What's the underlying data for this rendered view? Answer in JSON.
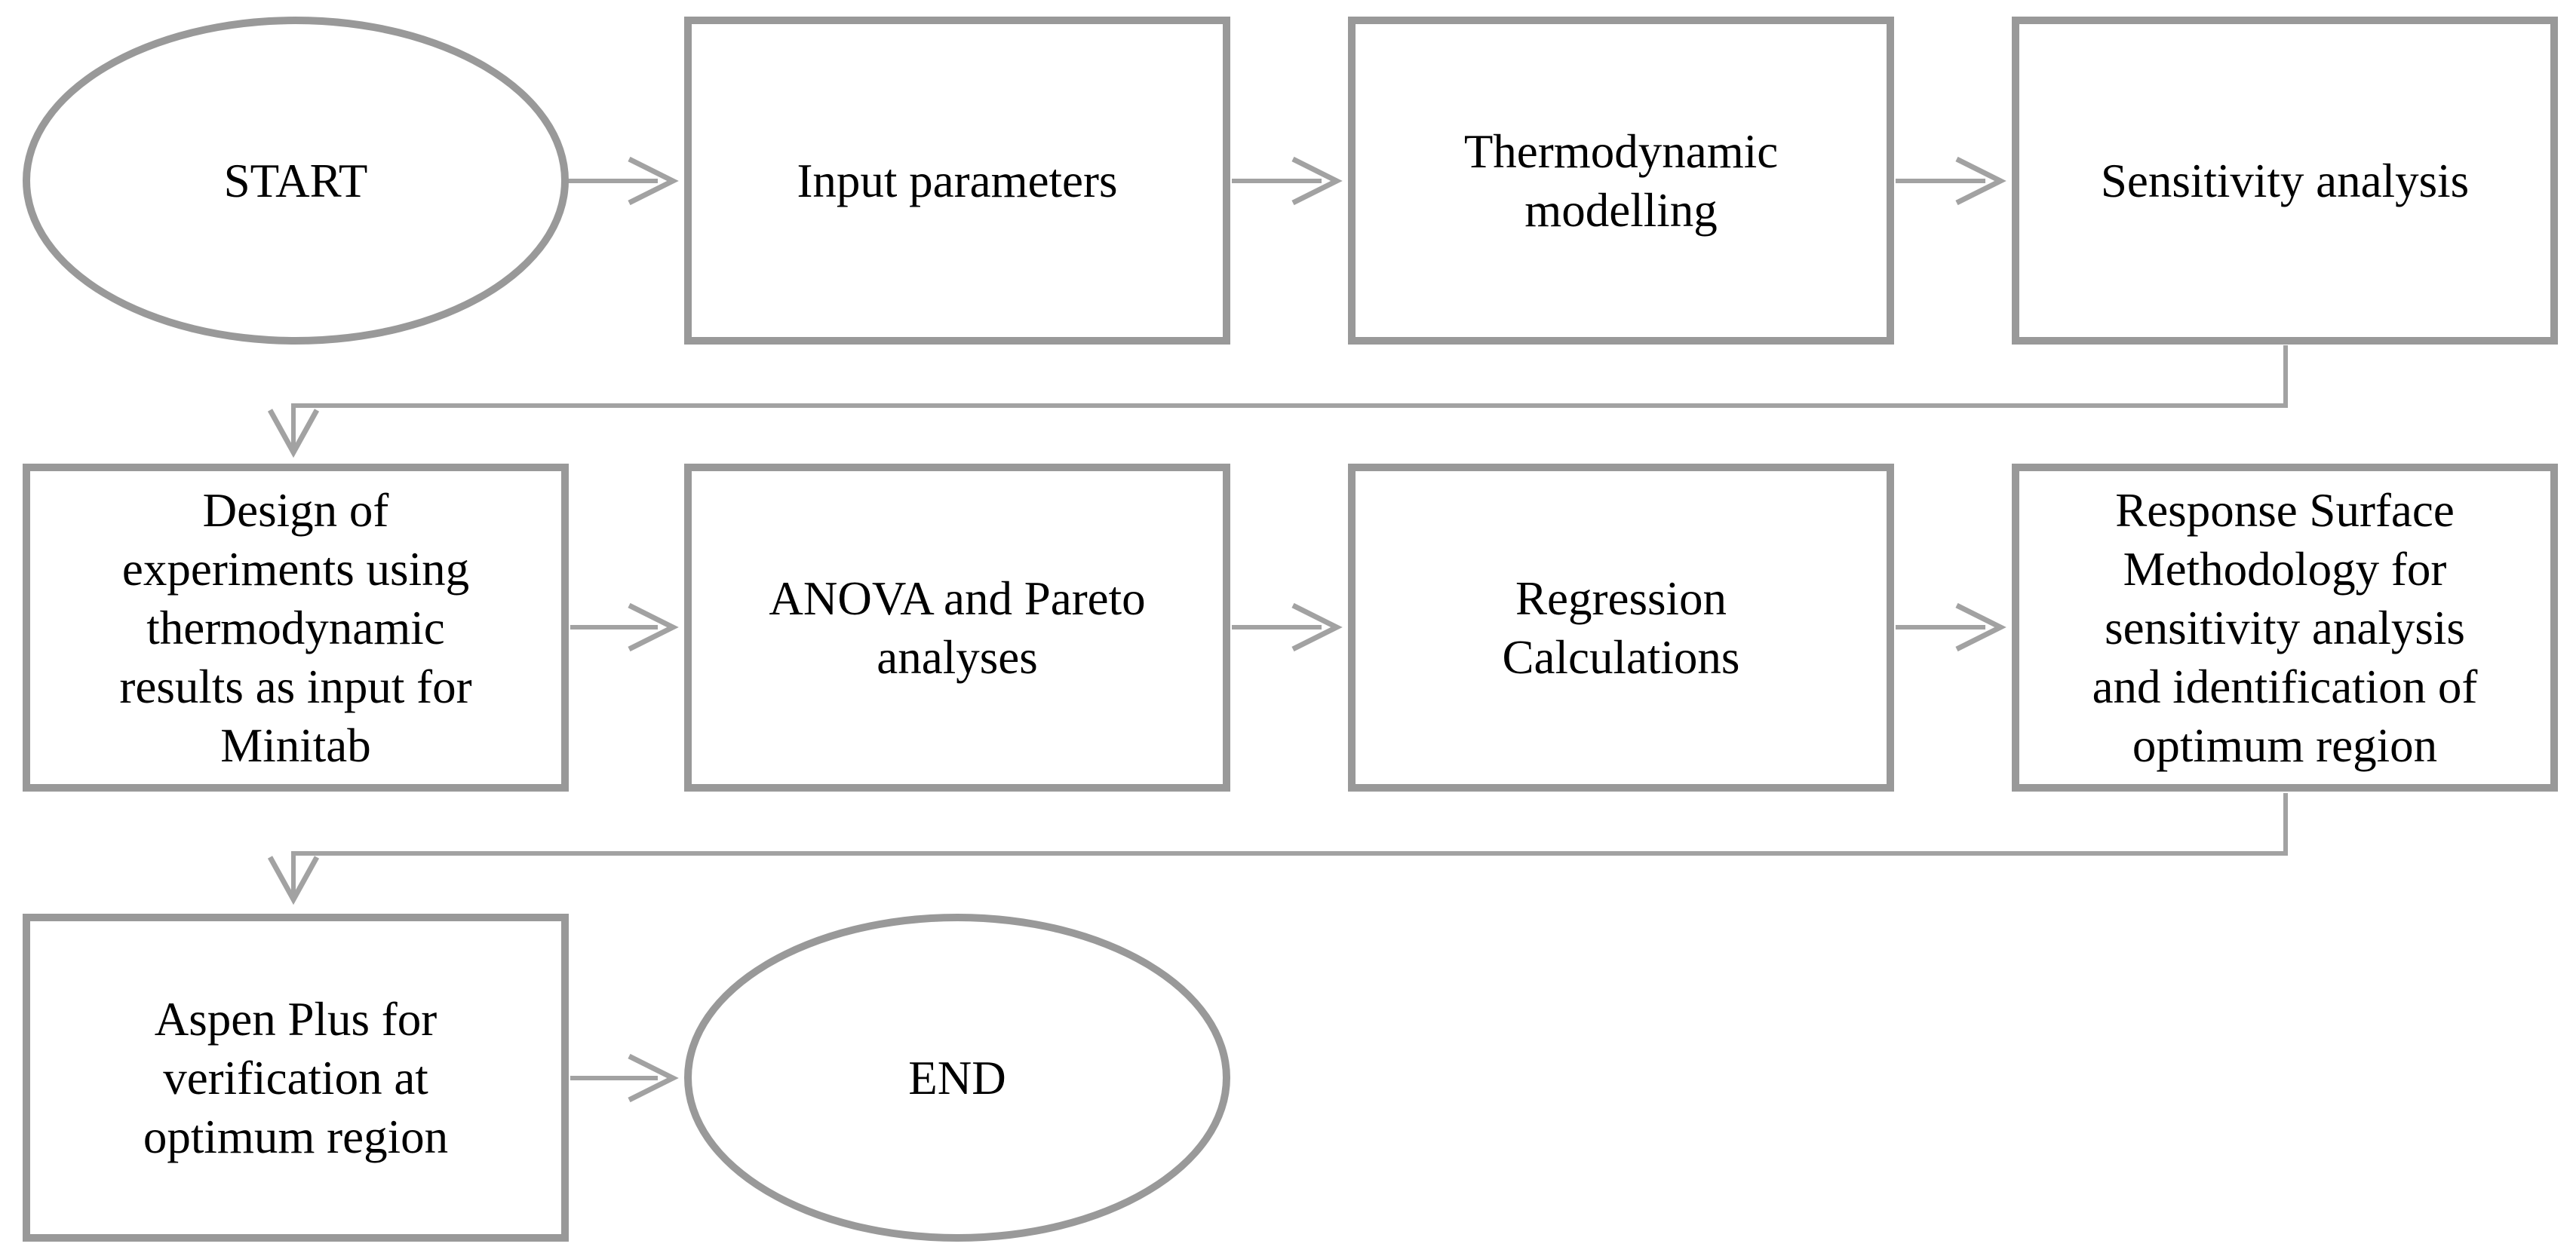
{
  "colors": {
    "background": "#ffffff",
    "shape_border": "#999999",
    "connector": "#a2a2a2",
    "text": "#000000"
  },
  "flowchart": {
    "nodes": [
      {
        "id": "start",
        "shape": "ellipse",
        "label": "START"
      },
      {
        "id": "input-parameters",
        "shape": "rect",
        "label": "Input parameters"
      },
      {
        "id": "thermodynamic-modelling",
        "shape": "rect",
        "label": "Thermodynamic\nmodelling"
      },
      {
        "id": "sensitivity-analysis",
        "shape": "rect",
        "label": "Sensitivity analysis"
      },
      {
        "id": "design-of-experiments",
        "shape": "rect",
        "label": "Design of\nexperiments using\nthermodynamic\nresults as input for\nMinitab"
      },
      {
        "id": "anova-pareto",
        "shape": "rect",
        "label": "ANOVA and Pareto\nanalyses"
      },
      {
        "id": "regression-calculations",
        "shape": "rect",
        "label": "Regression\nCalculations"
      },
      {
        "id": "response-surface-methodology",
        "shape": "rect",
        "label": "Response Surface\nMethodology for\nsensitivity analysis\nand identification of\noptimum region"
      },
      {
        "id": "aspen-plus",
        "shape": "rect",
        "label": "Aspen Plus for\nverification at\noptimum region"
      },
      {
        "id": "end",
        "shape": "ellipse",
        "label": "END"
      }
    ],
    "edges": [
      {
        "from": "start",
        "to": "input-parameters"
      },
      {
        "from": "input-parameters",
        "to": "thermodynamic-modelling"
      },
      {
        "from": "thermodynamic-modelling",
        "to": "sensitivity-analysis"
      },
      {
        "from": "sensitivity-analysis",
        "to": "design-of-experiments"
      },
      {
        "from": "design-of-experiments",
        "to": "anova-pareto"
      },
      {
        "from": "anova-pareto",
        "to": "regression-calculations"
      },
      {
        "from": "regression-calculations",
        "to": "response-surface-methodology"
      },
      {
        "from": "response-surface-methodology",
        "to": "aspen-plus"
      },
      {
        "from": "aspen-plus",
        "to": "end"
      }
    ]
  }
}
